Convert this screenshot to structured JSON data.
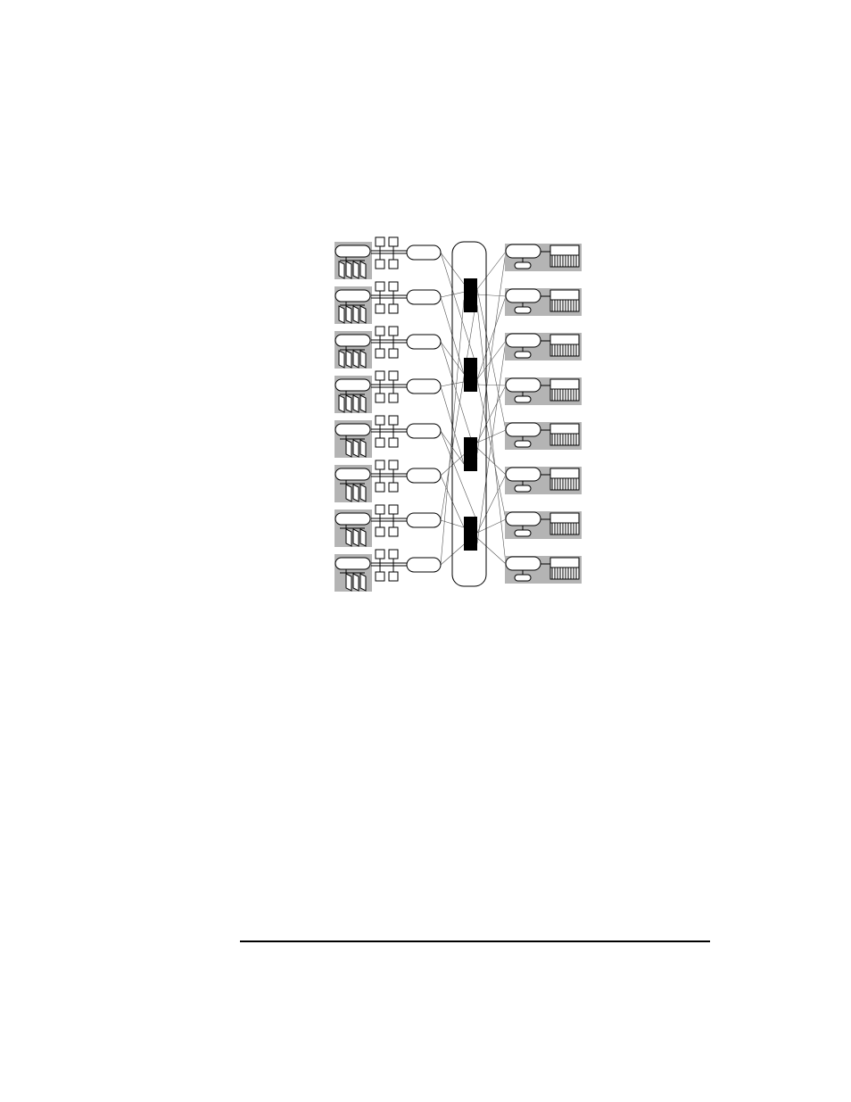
{
  "diagram": {
    "host_groups": [
      {
        "cpu_boards": 4
      },
      {
        "cpu_boards": 4
      },
      {
        "cpu_boards": 4
      },
      {
        "cpu_boards": 4
      },
      {
        "cpu_boards": 3
      },
      {
        "cpu_boards": 3
      },
      {
        "cpu_boards": 3
      },
      {
        "cpu_boards": 3
      }
    ],
    "storage_units": 8,
    "fabric_switches": 4,
    "colors": {
      "panel": "#b4b4b4",
      "line": "#000000",
      "link": "#555555",
      "switch": "#000000",
      "background": "#ffffff"
    }
  }
}
